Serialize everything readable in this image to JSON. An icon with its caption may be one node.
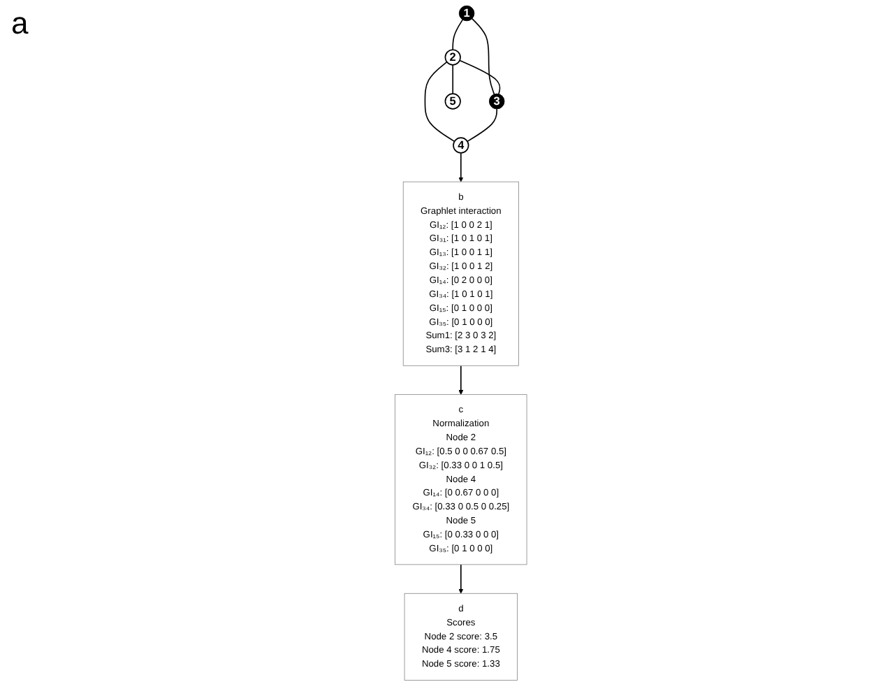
{
  "diagram": {
    "nodes": [
      {
        "text": [
          "1"
        ]
      },
      {
        "text": [
          "2"
        ]
      },
      {
        "text": [
          "3"
        ]
      },
      {
        "text": [
          "4"
        ]
      },
      {
        "text": [
          "5"
        ]
      },
      {
        "text": [
          "b",
          "Graphlet interaction",
          "GI₁₂: [1 0 0 2 1]",
          "GI₃₁: [1 0 1 0 1]",
          "GI₁₃: [1 0 0 1 1]",
          "GI₃₂: [1 0 0 1 2]",
          "GI₁₄: [0 2 0 0 0]",
          "GI₃₄: [1 0 1 0 1]",
          "GI₁₅: [0 1 0 0 0]",
          "GI₃₅: [0 1 0 0 0]",
          "Sum1: [2 3 0 3 2]",
          "Sum3: [3 1 2 1 4]"
        ]
      },
      {
        "text": [
          "c",
          "Normalization",
          "Node 2",
          "GI₁₂: [0.5 0 0 0.67 0.5]",
          "GI₃₂: [0.33 0 0 1 0.5]",
          "Node 4",
          "GI₁₄: [0 0.67 0 0 0]",
          "GI₃₄: [0.33 0 0.5 0 0.25]",
          "Node 5",
          "GI₁₅: [0 0.33 0 0 0]",
          "GI₃₅: [0 1 0 0 0]"
        ]
      },
      {
        "text": [
          "d",
          "Scores",
          "Node 2 score: 3.5",
          "Node 4 score: 1.75",
          "Node 5 score: 1.33"
        ]
      }
    ],
    "edges": [
      {
        "from": 0,
        "to": 1,
        "arrow": "none"
      },
      {
        "from": 0,
        "to": 2,
        "arrow": "none"
      },
      {
        "from": 1,
        "to": 2,
        "arrow": "none"
      },
      {
        "from": 1,
        "to": 3,
        "arrow": "none"
      },
      {
        "from": 1,
        "to": 4,
        "arrow": "none"
      },
      {
        "from": 2,
        "to": 3,
        "arrow": "none"
      },
      {
        "from": 3,
        "to": 5,
        "arrow": "to"
      },
      {
        "from": 5,
        "to": 6,
        "arrow": "to"
      },
      {
        "from": 6,
        "to": 7,
        "arrow": "to"
      }
    ],
    "labels": [
      "a"
    ]
  }
}
